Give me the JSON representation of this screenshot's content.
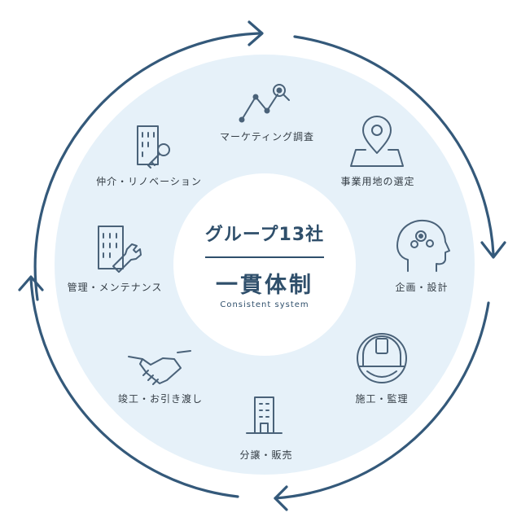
{
  "center": {
    "title": "グループ13社",
    "heading": "一貫体制",
    "subtitle": "Consistent system"
  },
  "steps": [
    {
      "label": "マーケティング調査",
      "icon": "chart-magnifier-icon"
    },
    {
      "label": "事業用地の選定",
      "icon": "map-pin-icon"
    },
    {
      "label": "企画・設計",
      "icon": "head-gears-icon"
    },
    {
      "label": "施工・監理",
      "icon": "hard-hat-icon"
    },
    {
      "label": "分譲・販売",
      "icon": "building-icon"
    },
    {
      "label": "竣工・お引き渡し",
      "icon": "handshake-icon"
    },
    {
      "label": "管理・メンテナンス",
      "icon": "building-wrench-icon"
    },
    {
      "label": "仲介・リノベーション",
      "icon": "building-key-icon"
    }
  ],
  "colors": {
    "arrow": "#34597a",
    "circle_fill": "#e6f1f9",
    "icon": "#4a6279",
    "text": "#333c44",
    "center_text": "#2f4f6b"
  }
}
